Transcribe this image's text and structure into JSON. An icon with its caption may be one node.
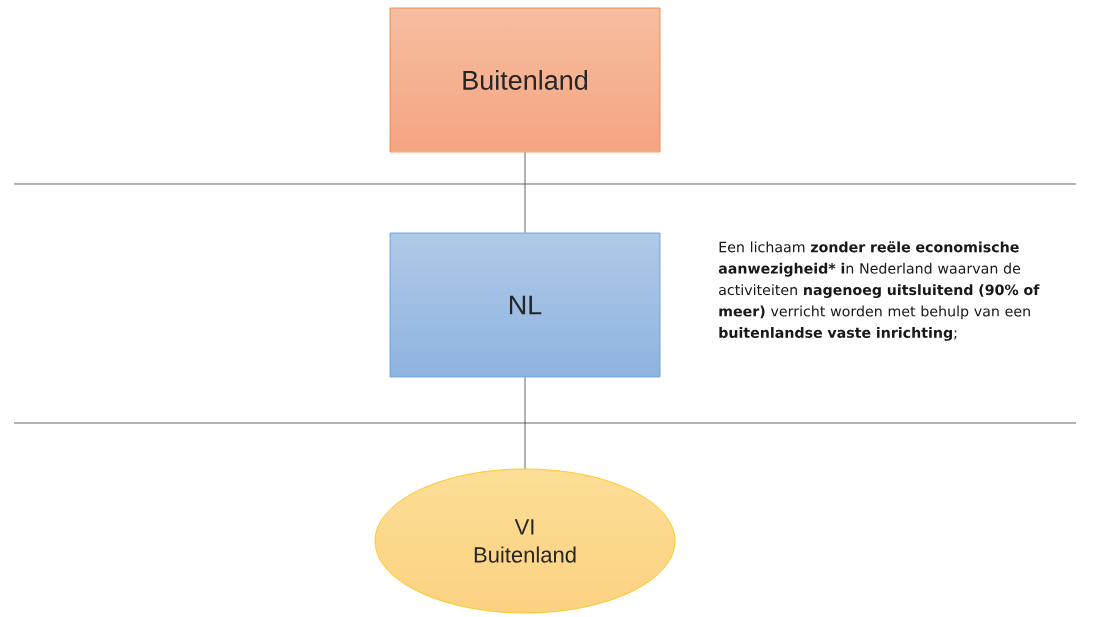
{
  "diagram": {
    "nodes": [
      {
        "text": [
          "Buitenland"
        ]
      },
      {
        "text": [
          "NL"
        ]
      },
      {
        "text": [
          "VI Buitenland"
        ]
      }
    ],
    "edges": [
      {
        "from": 0,
        "to": 1,
        "arrow": "none"
      },
      {
        "from": 1,
        "to": 2,
        "arrow": "none"
      }
    ],
    "labels": [
      "Een lichaam **zonder reële economische aanwezigheid* i**n Nederland waarvan de activiteiten **nagenoeg uitsluitend (90% of meer)** verricht worden met behulp van een **buitenlandse vaste inrichting**;"
    ]
  }
}
